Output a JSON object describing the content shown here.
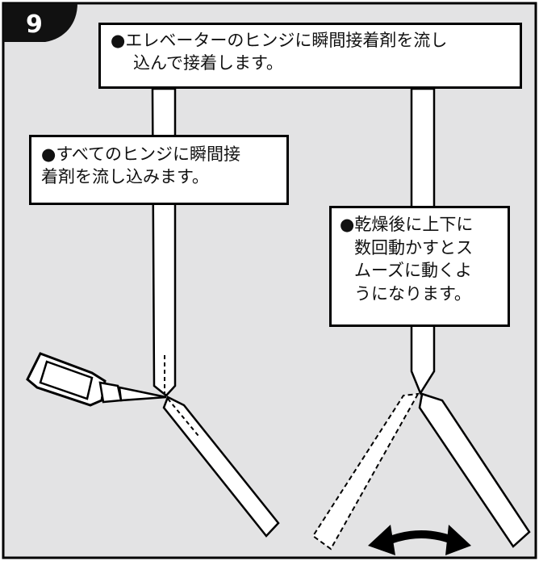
{
  "step": {
    "number": "9"
  },
  "callouts": {
    "top": {
      "line1": "●エレベーターのヒンジに瞬間接着剤を流し",
      "line2": "込んで接着します。"
    },
    "left": {
      "line1": "●すべてのヒンジに瞬間接",
      "line2": "着剤を流し込みます。"
    },
    "right": {
      "line1": "●乾燥後に上下に",
      "line2": "数回動かすとス",
      "line3": "ムーズに動くよ",
      "line4": "うになります。"
    }
  },
  "colors": {
    "panel_bg": "#e3e3e4",
    "outline": "#000000",
    "part_fill": "#ffffff"
  },
  "icons": [
    "glue-bottle-icon",
    "double-arrow-icon"
  ]
}
